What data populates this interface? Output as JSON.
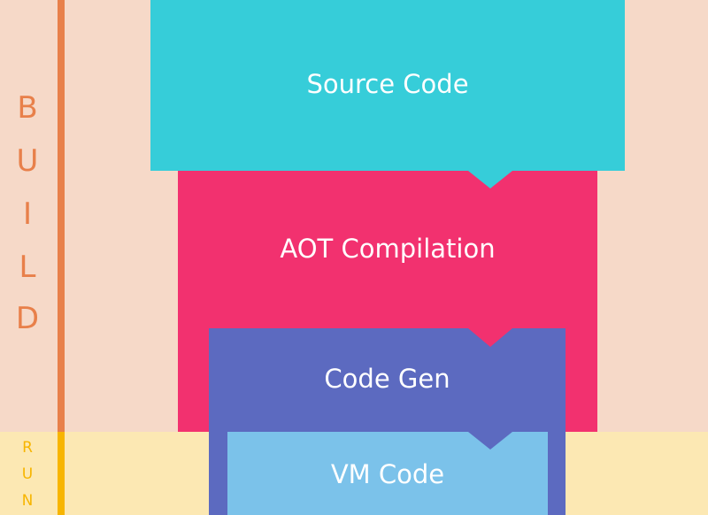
{
  "phases": {
    "build": {
      "letters": [
        "B",
        "U",
        "I",
        "L",
        "D"
      ],
      "color": "#e8804a",
      "background": "#f6d9c8"
    },
    "run": {
      "letters": [
        "R",
        "U",
        "N"
      ],
      "color": "#f7b500",
      "background": "#fce8b3"
    }
  },
  "stages": [
    {
      "label": "Source Code",
      "color": "#36cdd9"
    },
    {
      "label": "AOT Compilation",
      "color": "#f2316f"
    },
    {
      "label": "Code Gen",
      "color": "#5c6ac0"
    },
    {
      "label": "VM Code",
      "color": "#7bc2ea"
    }
  ]
}
